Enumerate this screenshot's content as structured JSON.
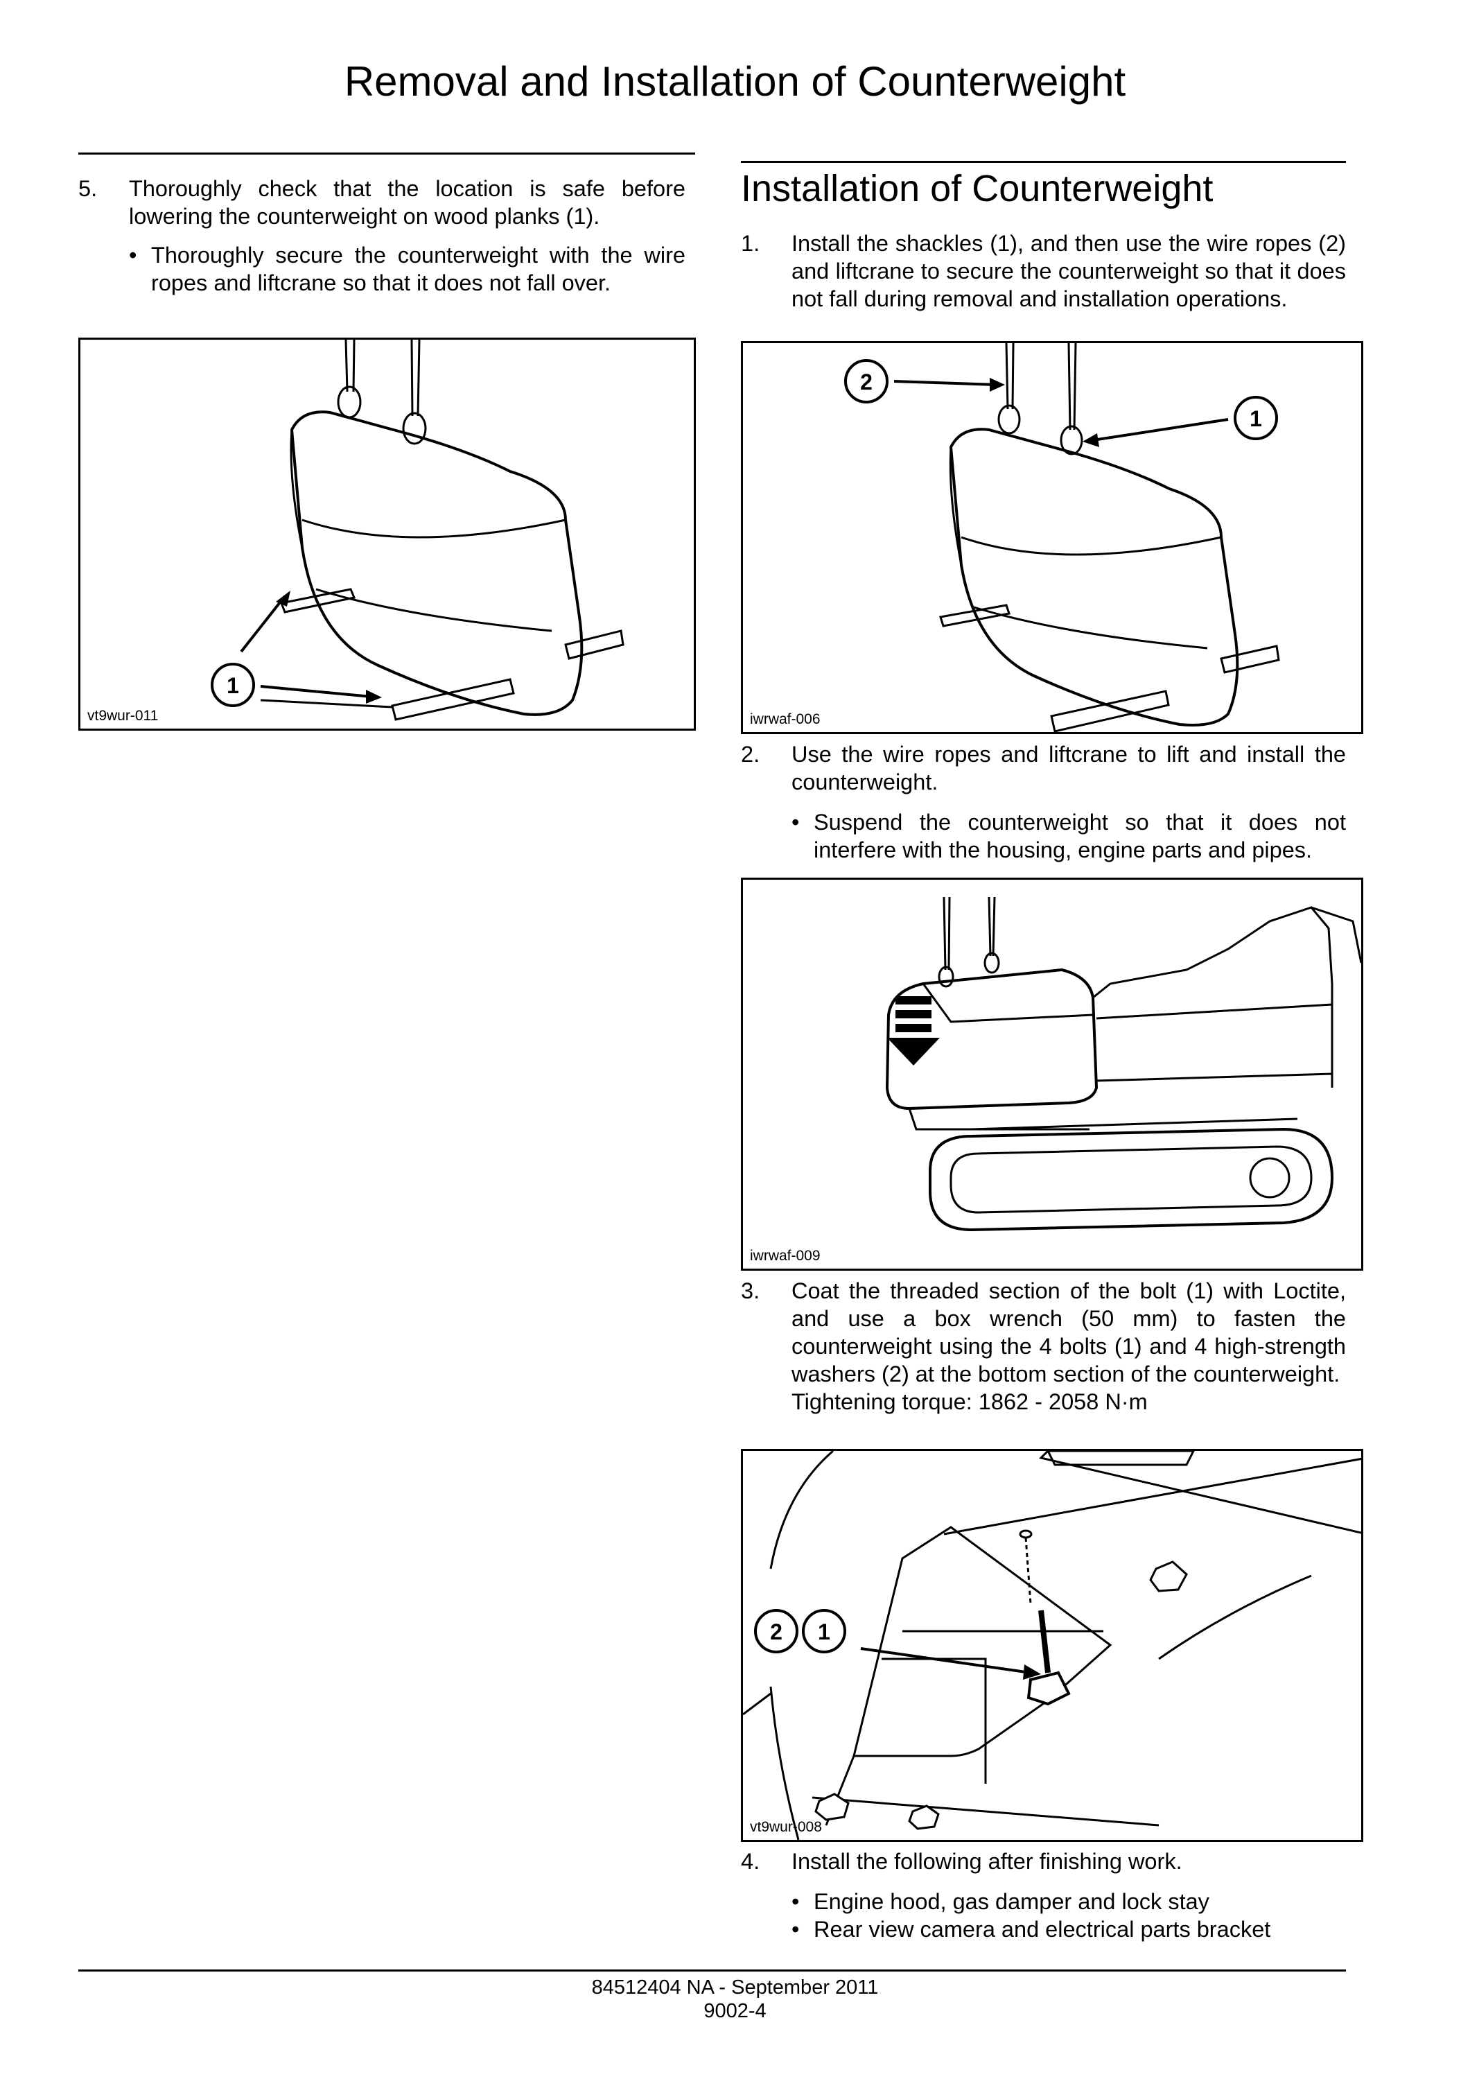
{
  "page_title": "Removal and Installation of Counterweight",
  "left": {
    "step5": {
      "num": "5.",
      "text": "Thoroughly check that the location is safe before lowering the counterweight on wood planks (1).",
      "bullets": [
        "Thoroughly secure the counterweight with the wire ropes and liftcrane so that it does not fall over."
      ]
    },
    "figure1": {
      "id": "vt9wur-011",
      "callouts": [
        "1"
      ]
    }
  },
  "right": {
    "heading": "Installation of Counterweight",
    "step1": {
      "num": "1.",
      "text": "Install the shackles (1), and then use the wire ropes (2) and liftcrane to secure the counterweight so that it does not fall during removal and installation operations."
    },
    "figure2": {
      "id": "iwrwaf-006",
      "callouts": [
        "2",
        "1"
      ]
    },
    "step2": {
      "num": "2.",
      "text": "Use the wire ropes and liftcrane to lift and install the counterweight.",
      "bullets": [
        "Suspend the counterweight so that it does not interfere with the housing, engine parts and pipes."
      ]
    },
    "figure3": {
      "id": "iwrwaf-009"
    },
    "step3": {
      "num": "3.",
      "text": "Coat the threaded section of the bolt (1) with Loctite, and use a box wrench (50 mm) to fasten the counterweight using the 4 bolts (1) and 4 high-strength washers (2) at the bottom section of the counterweight.",
      "torque": "Tightening torque: 1862 - 2058 N·m"
    },
    "figure4": {
      "id": "vt9wur-008",
      "callouts": [
        "2",
        "1"
      ]
    },
    "step4": {
      "num": "4.",
      "text": "Install the following after finishing work.",
      "bullets": [
        "Engine hood, gas damper and lock stay",
        "Rear view camera and electrical parts bracket"
      ]
    }
  },
  "footer": {
    "doc": "84512404 NA - September 2011",
    "page": "9002-4"
  }
}
